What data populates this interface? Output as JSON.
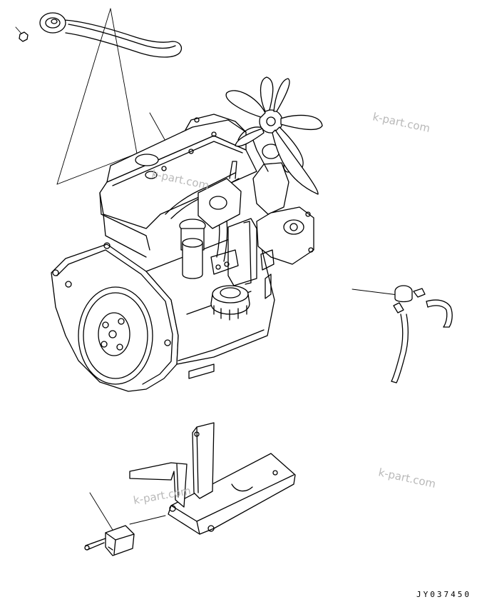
{
  "watermarks": [
    "k-part.com",
    "k-part.com",
    "k-part.com",
    "k-part.com"
  ],
  "drawing_code": "JY037450"
}
